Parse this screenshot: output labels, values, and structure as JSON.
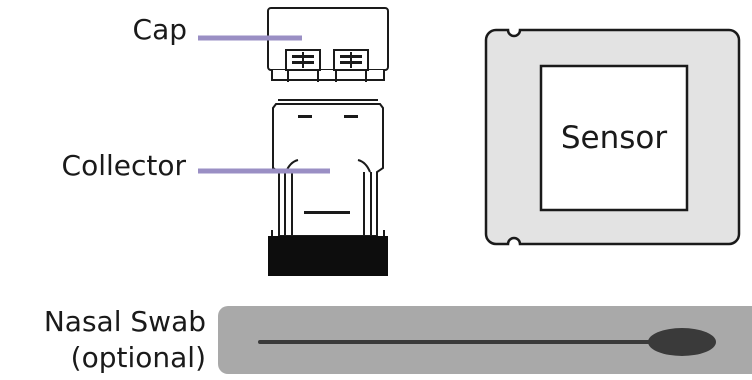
{
  "labels": {
    "cap": "Cap",
    "collector": "Collector",
    "sensor": "Sensor",
    "swab_line1": "Nasal Swab",
    "swab_line2": "(optional)"
  },
  "colors": {
    "leader_line": "#9a8fc4",
    "outline": "#1a1a1a",
    "sensor_frame": "#e3e3e3",
    "swab_body": "#a9a9a9",
    "swab_tip": "#3a3a3a",
    "collector_base": "#0d0d0d"
  }
}
